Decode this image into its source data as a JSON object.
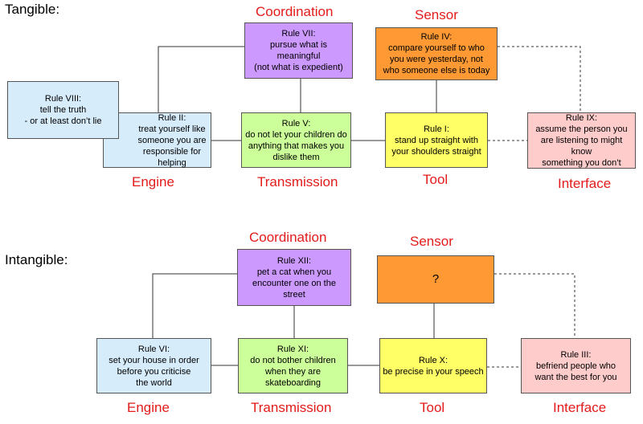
{
  "tangible": {
    "title": "Tangible:",
    "roles": {
      "coordination": "Coordination",
      "sensor": "Sensor",
      "engine": "Engine",
      "transmission": "Transmission",
      "tool": "Tool",
      "interface": "Interface"
    },
    "boxes": {
      "rule8": {
        "rule": "Rule VIII:",
        "text": "tell the truth\n-   or at least don’t lie"
      },
      "rule2": {
        "rule": "Rule II:",
        "text": "treat yourself like\nsomeone you are\nresponsible for helping"
      },
      "rule7": {
        "rule": "Rule VII:",
        "text": "pursue what is meaningful\n(not what is expedient)"
      },
      "rule5": {
        "rule": "Rule V:",
        "text": "do not let your children do\nanything that makes you\ndislike them"
      },
      "rule4": {
        "rule": "Rule IV:",
        "text": "compare yourself to who\nyou were yesterday, not\nwho someone else is today"
      },
      "rule1": {
        "rule": "Rule I:",
        "text": "stand up straight with\nyour shoulders straight"
      },
      "rule9": {
        "rule": "Rule IX:",
        "text": "assume the person you\nare listening to might know\nsomething you don’t"
      }
    }
  },
  "intangible": {
    "title": "Intangible:",
    "roles": {
      "coordination": "Coordination",
      "sensor": "Sensor",
      "engine": "Engine",
      "transmission": "Transmission",
      "tool": "Tool",
      "interface": "Interface"
    },
    "boxes": {
      "rule12": {
        "rule": "Rule XII:",
        "text": "pet a cat when you\nencounter one on the\nstreet"
      },
      "sensor_unknown": {
        "text": "?"
      },
      "rule6": {
        "rule": "Rule VI:",
        "text": "set your house in order\nbefore you criticise\nthe world"
      },
      "rule11": {
        "rule": "Rule XI:",
        "text": "do not bother children\nwhen they are\nskateboarding"
      },
      "rule10": {
        "rule": "Rule X:",
        "text": "be precise in your speech"
      },
      "rule3": {
        "rule": "Rule III:",
        "text": "befriend people who\nwant the best for you"
      }
    }
  },
  "colors": {
    "engine": "#d6ecfb",
    "transmission": "#ccff99",
    "coordination": "#cc99ff",
    "sensor": "#ff9933",
    "tool": "#ffff66",
    "interface": "#ffcccc",
    "role_label": "#e31b1b"
  }
}
